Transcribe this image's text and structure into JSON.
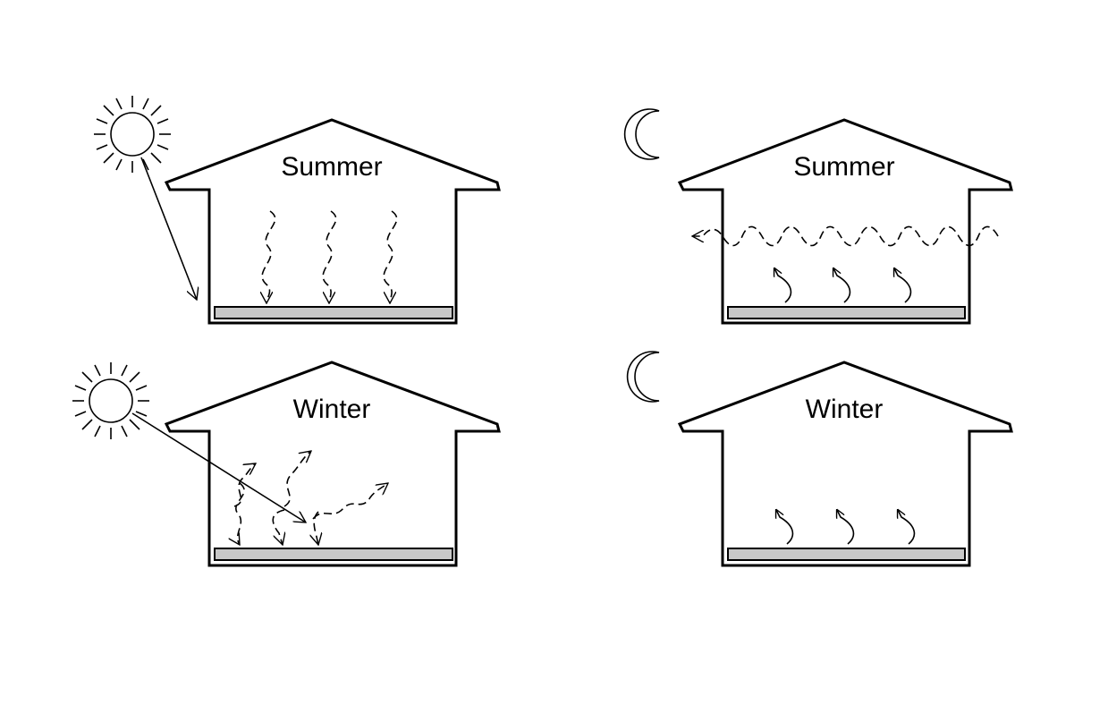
{
  "panels": {
    "summer_day": {
      "label": "Summer",
      "celestial": "sun-icon"
    },
    "summer_night": {
      "label": "Summer",
      "celestial": "moon-icon"
    },
    "winter_day": {
      "label": "Winter",
      "celestial": "sun-icon"
    },
    "winter_night": {
      "label": "Winter",
      "celestial": "moon-icon"
    }
  },
  "colors": {
    "line": "#000000",
    "slab": "#c8c8c8",
    "background": "#ffffff"
  }
}
